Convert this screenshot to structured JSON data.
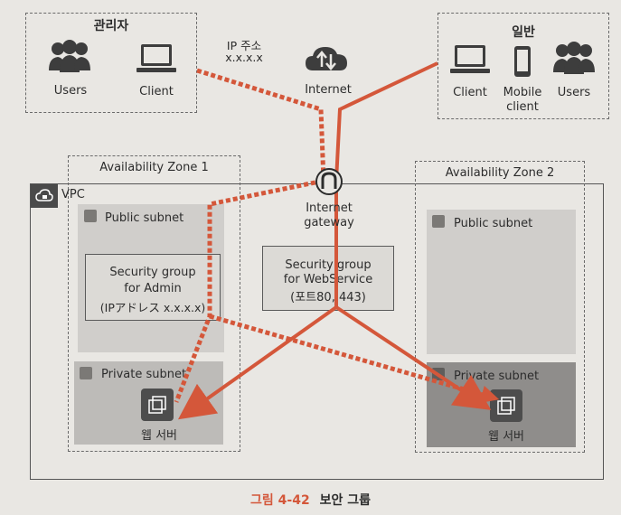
{
  "admin_group": {
    "title": "관리자",
    "users_label": "Users",
    "client_label": "Client"
  },
  "general_group": {
    "title": "일반",
    "client_label": "Client",
    "mobile_label": "Mobile client",
    "users_label": "Users"
  },
  "ip_note": {
    "line1": "IP 주소",
    "line2": "x.x.x.x"
  },
  "internet_label": "Internet",
  "gateway_label": "Internet gateway",
  "vpc_label": "VPC",
  "az1_label": "Availability Zone 1",
  "az2_label": "Availability Zone 2",
  "az1": {
    "public_subnet": "Public subnet",
    "private_subnet": "Private subnet",
    "server_label": "웹 서버"
  },
  "az2": {
    "public_subnet": "Public subnet",
    "private_subnet": "Private subnet",
    "server_label": "웹 서버"
  },
  "sg_admin": {
    "line1": "Security group",
    "line2": "for Admin",
    "line3": "(IPアドレス x.x.x.x)"
  },
  "sg_web": {
    "line1": "Security group",
    "line2": "for WebService",
    "line3": "(포트80, 443)"
  },
  "caption": {
    "number": "그림 4-42",
    "title": "보안 그룹"
  },
  "colors": {
    "arrow": "#d4573a",
    "caption": "#d4573a"
  }
}
